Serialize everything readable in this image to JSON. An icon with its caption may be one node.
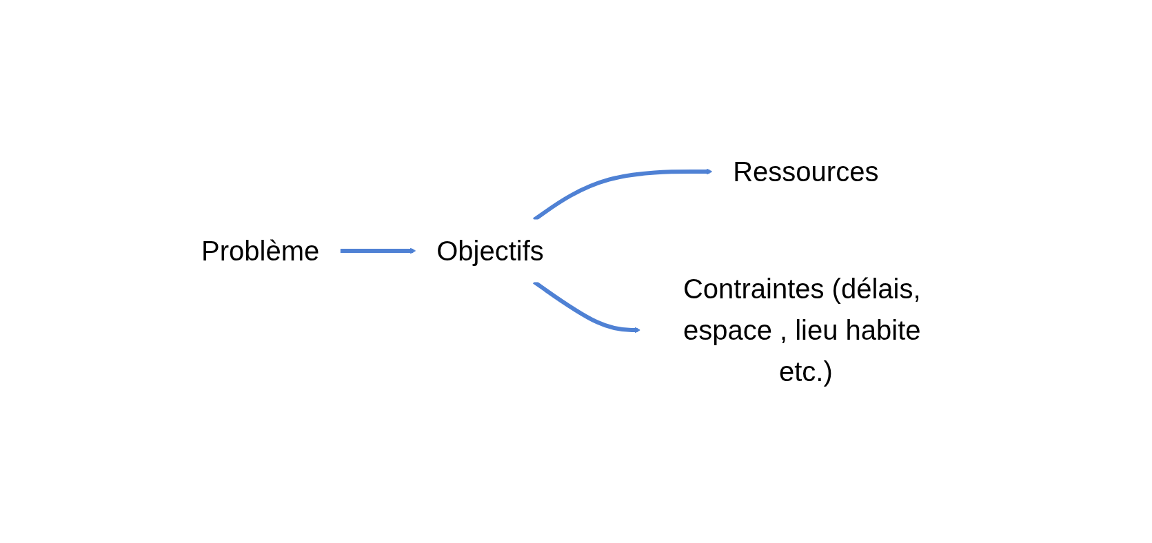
{
  "diagram": {
    "nodes": [
      {
        "text": [
          "Problème"
        ]
      },
      {
        "text": [
          "Objectifs"
        ]
      },
      {
        "text": [
          "Ressources"
        ]
      },
      {
        "text": [
          "Contraintes (délais, espace , lieu habite etc.)"
        ]
      }
    ],
    "edges": [
      {
        "from": 0,
        "to": 1,
        "arrow": "to"
      },
      {
        "from": 1,
        "to": 2,
        "arrow": "to"
      },
      {
        "from": 1,
        "to": 3,
        "arrow": "to"
      }
    ]
  }
}
